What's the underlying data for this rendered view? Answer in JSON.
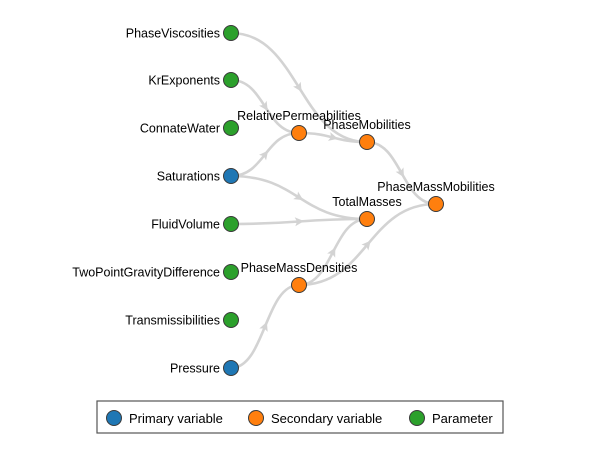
{
  "colors": {
    "primary": "#1f77b4",
    "secondary": "#ff7f0e",
    "parameter": "#2ca02c",
    "edge": "#d3d3d3"
  },
  "nodes": {
    "phase_viscosities": {
      "label": "PhaseViscosities",
      "kind": "parameter"
    },
    "kr_exponents": {
      "label": "KrExponents",
      "kind": "parameter"
    },
    "connate_water": {
      "label": "ConnateWater",
      "kind": "parameter"
    },
    "saturations": {
      "label": "Saturations",
      "kind": "primary"
    },
    "fluid_volume": {
      "label": "FluidVolume",
      "kind": "parameter"
    },
    "two_point_gravity_difference": {
      "label": "TwoPointGravityDifference",
      "kind": "parameter"
    },
    "transmissibilities": {
      "label": "Transmissibilities",
      "kind": "parameter"
    },
    "pressure": {
      "label": "Pressure",
      "kind": "primary"
    },
    "relative_permeabilities": {
      "label": "RelativePermeabilities",
      "kind": "secondary"
    },
    "phase_mobilities": {
      "label": "PhaseMobilities",
      "kind": "secondary"
    },
    "total_masses": {
      "label": "TotalMasses",
      "kind": "secondary"
    },
    "phase_mass_densities": {
      "label": "PhaseMassDensities",
      "kind": "secondary"
    },
    "phase_mass_mobilities": {
      "label": "PhaseMassMobilities",
      "kind": "secondary"
    }
  },
  "edges": [
    [
      "phase_viscosities",
      "phase_mobilities"
    ],
    [
      "kr_exponents",
      "relative_permeabilities"
    ],
    [
      "saturations",
      "relative_permeabilities"
    ],
    [
      "relative_permeabilities",
      "phase_mobilities"
    ],
    [
      "saturations",
      "total_masses"
    ],
    [
      "fluid_volume",
      "total_masses"
    ],
    [
      "phase_mass_densities",
      "total_masses"
    ],
    [
      "pressure",
      "phase_mass_densities"
    ],
    [
      "phase_mobilities",
      "phase_mass_mobilities"
    ],
    [
      "phase_mass_densities",
      "phase_mass_mobilities"
    ]
  ],
  "legend": {
    "primary_label": "Primary variable",
    "secondary_label": "Secondary variable",
    "parameter_label": "Parameter"
  }
}
